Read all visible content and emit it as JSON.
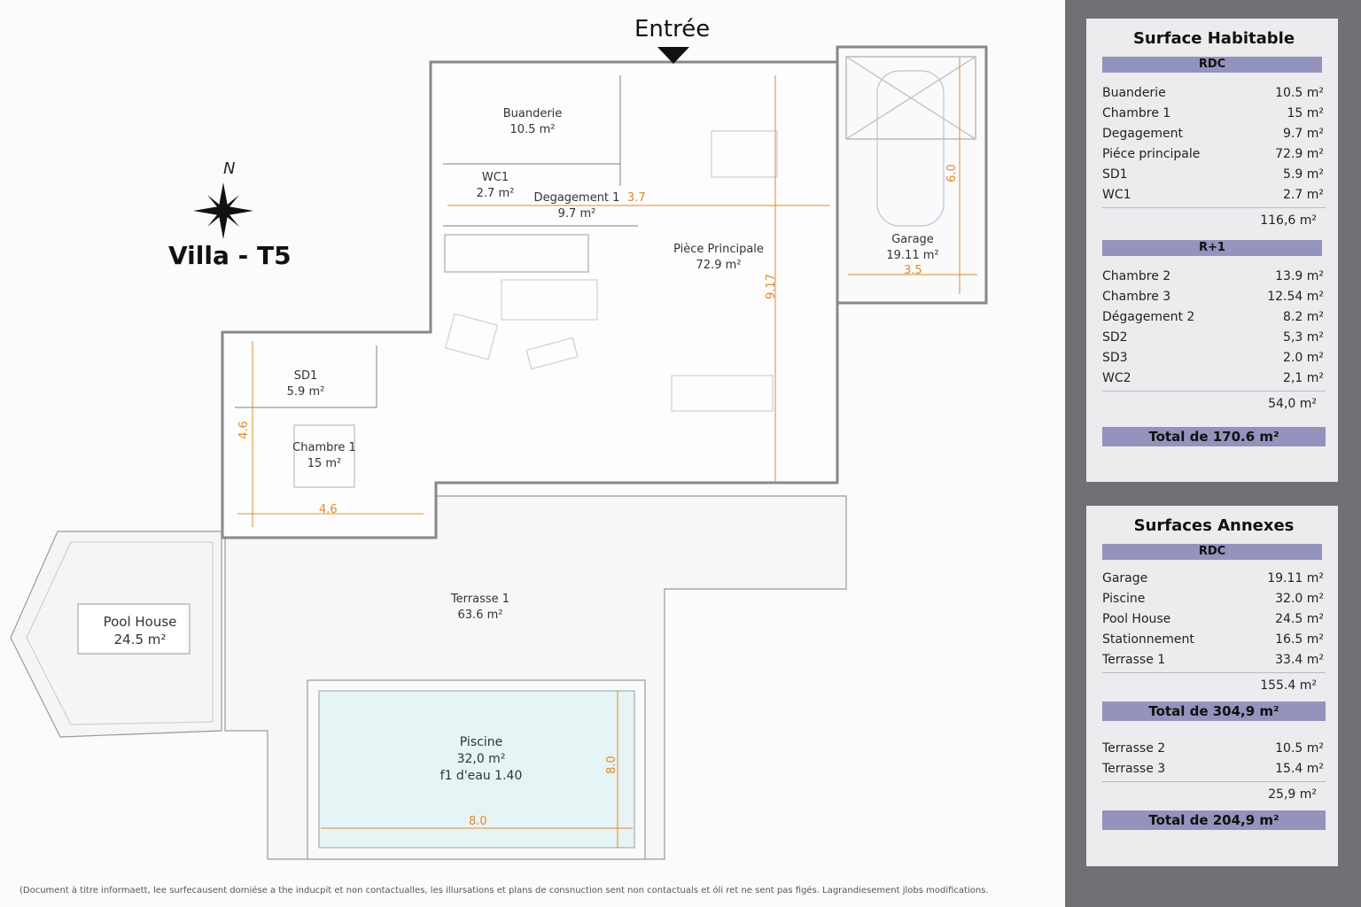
{
  "plan": {
    "entrance_label": "Entrée",
    "north_label": "N",
    "title": "Villa - T5",
    "rooms": {
      "buanderie": {
        "name": "Buanderie",
        "area": "10.5 m²"
      },
      "wc1": {
        "name": "WC1",
        "area": "2.7 m²"
      },
      "degagement1": {
        "name": "Degagement 1",
        "area": "9.7 m²"
      },
      "piece_principale": {
        "name": "Pièce Principale",
        "area": "72.9 m²"
      },
      "garage": {
        "name": "Garage",
        "area": "19.11 m²"
      },
      "sd1": {
        "name": "SD1",
        "area": "5.9 m²"
      },
      "chambre1": {
        "name": "Chambre 1",
        "area": "15 m²"
      },
      "terrasse1": {
        "name": "Terrasse 1",
        "area": "63.6 m²"
      },
      "pool_house": {
        "name": "Pool House",
        "area": "24.5 m²"
      },
      "piscine": {
        "name": "Piscine",
        "area": "32,0 m²",
        "depth": "f1 d'eau 1.40"
      }
    },
    "dimensions": {
      "degagement_width": "3.7",
      "piece_height": "9.17",
      "garage_height": "6.0",
      "garage_width": "3.5",
      "chambre_height": "4.6",
      "chambre_width": "4.6",
      "pool_height": "8.0",
      "pool_width": "8.0"
    },
    "footer": "(Document à titre informaett, lee surfecausent domiése a the inducpit et non contactualles, les illursations et plans de consnuction sent non contactuals et óli ret ne sent pas figés. Lagrandiesement jlobs modifications."
  },
  "habitable": {
    "title": "Surface Habitable",
    "rdc_label": "RDC",
    "rdc_rows": [
      {
        "name": "Buanderie",
        "area": "10.5 m²"
      },
      {
        "name": "Chambre 1",
        "area": "15 m²"
      },
      {
        "name": "Degagement",
        "area": "9.7 m²"
      },
      {
        "name": "Piéce principale",
        "area": "72.9 m²"
      },
      {
        "name": "SD1",
        "area": "5.9 m²"
      },
      {
        "name": "WC1",
        "area": "2.7 m²"
      }
    ],
    "rdc_subtotal": "116,6 m²",
    "r1_label": "R+1",
    "r1_rows": [
      {
        "name": "Chambre 2",
        "area": "13.9 m²"
      },
      {
        "name": "Chambre 3",
        "area": "12.54 m²"
      },
      {
        "name": "Dégagement 2",
        "area": "8.2 m²"
      },
      {
        "name": "SD2",
        "area": "5,3 m²"
      },
      {
        "name": "SD3",
        "area": "2.0 m²"
      },
      {
        "name": "WC2",
        "area": "2,1 m²"
      }
    ],
    "r1_subtotal": "54,0 m²",
    "total": "Total de 170.6 m²"
  },
  "annexes": {
    "title": "Surfaces Annexes",
    "rdc_label": "RDC",
    "rdc_rows": [
      {
        "name": "Garage",
        "area": "19.11 m²"
      },
      {
        "name": "Piscine",
        "area": "32.0 m²"
      },
      {
        "name": "Pool House",
        "area": "24.5 m²"
      },
      {
        "name": "Stationnement",
        "area": "16.5 m²"
      },
      {
        "name": "Terrasse 1",
        "area": "33.4 m²"
      }
    ],
    "rdc_subtotal": "155.4 m²",
    "total1": "Total de 304,9 m²",
    "extra_rows": [
      {
        "name": "Terrasse 2",
        "area": "10.5 m²"
      },
      {
        "name": "Terrasse 3",
        "area": "15.4 m²"
      }
    ],
    "extra_subtotal": "25,9 m²",
    "total2": "Total de 204,9 m²"
  },
  "colors": {
    "band": "#9393bd",
    "dimension": "#e08a2a",
    "sidebar": "#6f7174",
    "pool": "#e6f4f6"
  }
}
